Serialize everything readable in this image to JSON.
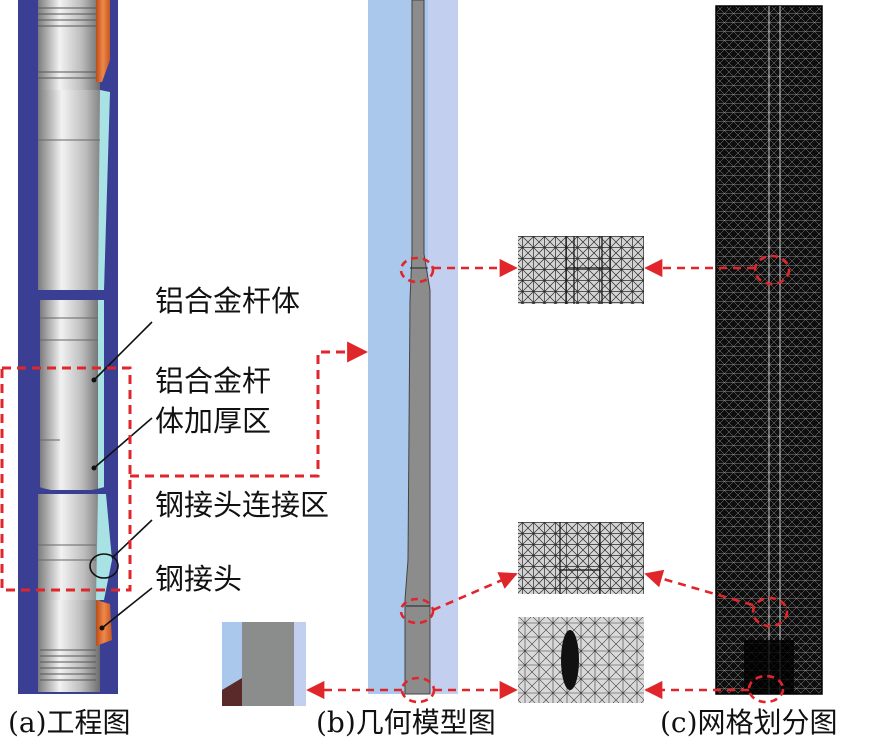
{
  "figure": {
    "annotations": {
      "rod_body": "铝合金杆体",
      "thickened_line1": "铝合金杆",
      "thickened_line2": "体加厚区",
      "joint_connection": "钢接头连接区",
      "steel_joint": "钢接头"
    },
    "captions": {
      "a": "(a)工程图",
      "b": "(b)几何模型图",
      "c": "(c)网格划分图"
    }
  },
  "colors": {
    "engineering_background": "#3a3f93",
    "pipe_metal": "#c9c9c9",
    "steel_joint": "#e06a2a",
    "model_fluid": "#a9c8ec",
    "model_solid": "#808080",
    "mesh_lines": "#1a1a1a",
    "dashed_arrows": "#e0262b"
  }
}
